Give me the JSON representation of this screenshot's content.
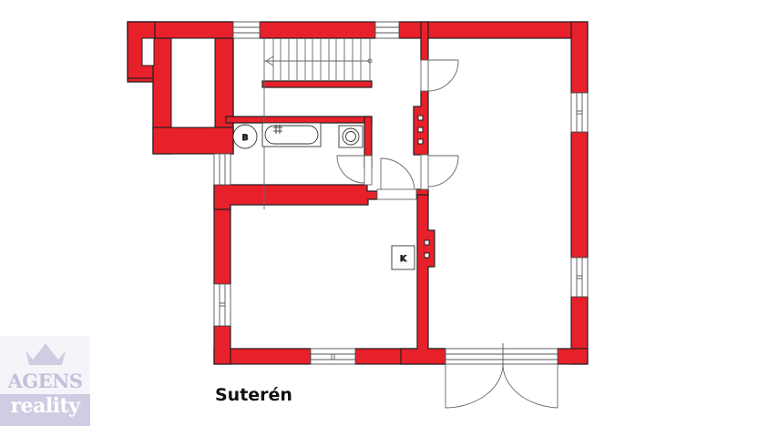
{
  "plan": {
    "title": "Suterén",
    "wall_color": "#e8202a",
    "outline_color": "#222222",
    "labels": {
      "boiler": "B",
      "chimney_box": "K"
    },
    "rooms": [
      {
        "name": "bathroom",
        "fixtures": [
          "bathtub",
          "washing-machine",
          "boiler"
        ]
      },
      {
        "name": "staircase-hall"
      },
      {
        "name": "large-room-right"
      },
      {
        "name": "room-bottom-left"
      },
      {
        "name": "corridor"
      }
    ]
  },
  "logo": {
    "line1": "AGENS",
    "line2": "reality"
  }
}
